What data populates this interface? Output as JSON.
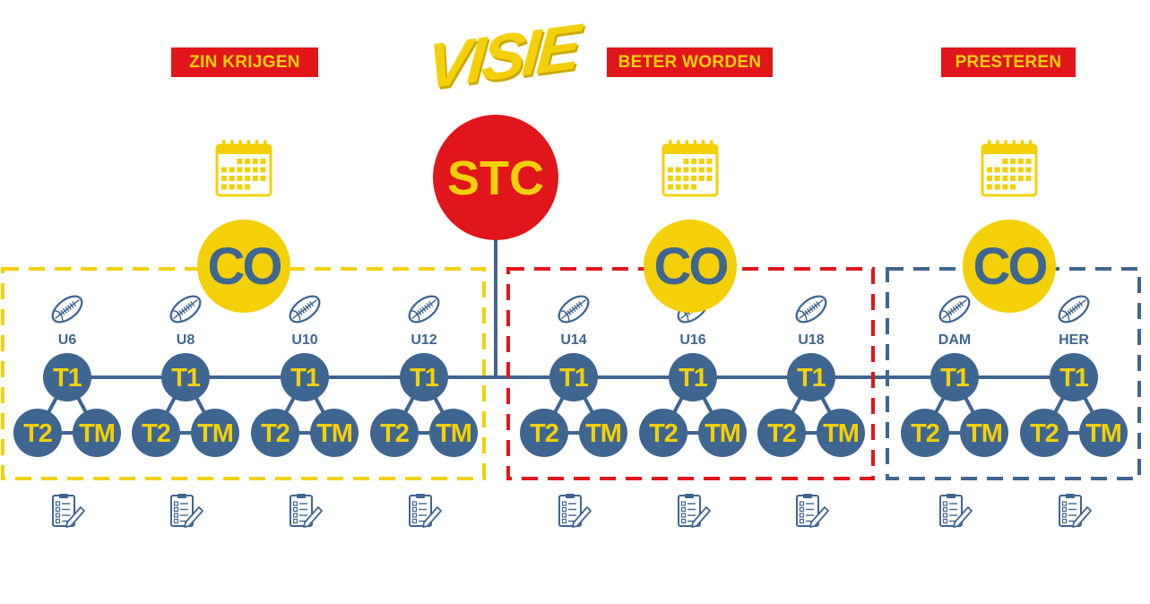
{
  "title": "VISIE",
  "phases": [
    "ZIN KRIJGEN",
    "BETER WORDEN",
    "PRESTEREN"
  ],
  "center_node": "STC",
  "coordinator_label": "CO",
  "teams": [
    "U6",
    "U8",
    "U10",
    "U12",
    "U14",
    "U16",
    "U18",
    "DAM",
    "HER"
  ],
  "cluster_nodes": {
    "top": "T1",
    "left": "T2",
    "right": "TM"
  },
  "icons": {
    "phase": "calendar-icon",
    "team": "rugby-ball-icon",
    "evaluation": "checklist-icon"
  },
  "colors": {
    "yellow": "#f3d008",
    "red": "#e0161b",
    "blue": "#3f6591"
  }
}
